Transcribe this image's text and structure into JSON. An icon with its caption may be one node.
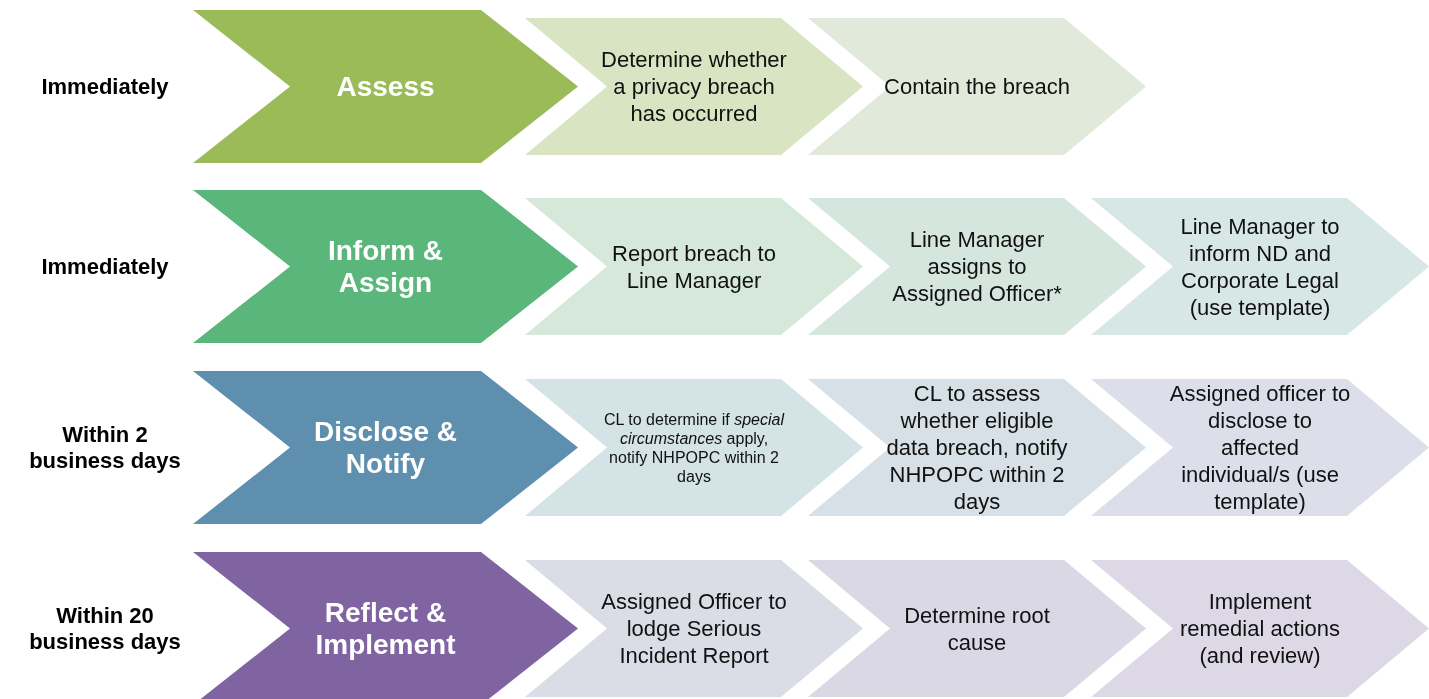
{
  "diagram": {
    "nodes": [
      {
        "text": [
          "Assess"
        ],
        "beside": [
          "Immediately"
        ]
      },
      {
        "text": [
          "Determine whether a privacy breach has occurred"
        ]
      },
      {
        "text": [
          "Contain the breach"
        ]
      },
      {
        "text": [
          "Inform & Assign"
        ],
        "beside": [
          "Immediately"
        ]
      },
      {
        "text": [
          "Report breach to Line Manager"
        ]
      },
      {
        "text": [
          "Line Manager assigns to Assigned Officer*"
        ]
      },
      {
        "text": [
          "Line Manager to inform ND and Corporate Legal (use template)"
        ]
      },
      {
        "text": [
          "Disclose & Notify"
        ],
        "beside": [
          "Within 2 business days"
        ]
      },
      {
        "text": [
          "CL to determine if *special circumstances* apply, notify NHPOPC within 2 days"
        ]
      },
      {
        "text": [
          "CL to assess whether eligible data breach, notify NHPOPC within 2 days"
        ]
      },
      {
        "text": [
          "Assigned officer to disclose to affected individual/s (use template)"
        ]
      },
      {
        "text": [
          "Reflect & Implement"
        ],
        "beside": [
          "Within 20 business days"
        ]
      },
      {
        "text": [
          "Assigned Officer to lodge Serious Incident Report"
        ]
      },
      {
        "text": [
          "Determine root cause"
        ]
      },
      {
        "text": [
          "Implement remedial actions (and review)"
        ]
      }
    ]
  }
}
